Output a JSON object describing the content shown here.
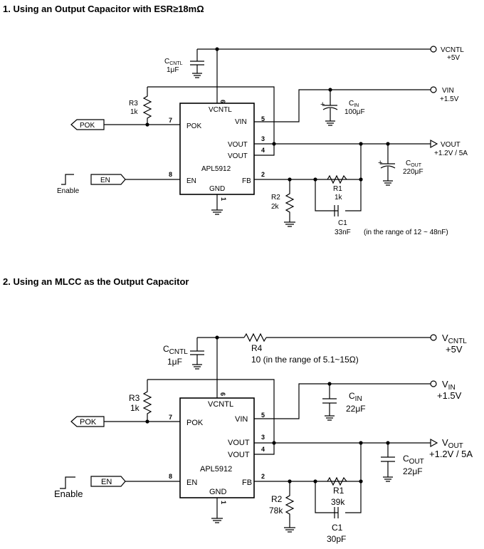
{
  "sections": [
    {
      "heading": "1. Using an Output Capacitor with ESR≥18mΩ",
      "chip": {
        "name": "APL5912",
        "pins": {
          "vcntl": "VCNTL",
          "vin": "VIN",
          "pok": "POK",
          "vout1": "VOUT",
          "vout2": "VOUT",
          "en": "EN",
          "fb": "FB",
          "gnd": "GND"
        },
        "pin_numbers": {
          "vcntl": "6",
          "vin": "5",
          "pok": "7",
          "vout1": "3",
          "vout2": "4",
          "en": "8",
          "fb": "2",
          "gnd": "1"
        }
      },
      "rails": {
        "vcntl_name": "VCNTL",
        "vcntl_value": "+5V",
        "vin_name": "VIN",
        "vin_value": "+1.5V",
        "vout_name": "VOUT",
        "vout_value": "+1.2V / 5A"
      },
      "components": {
        "ccntl_main": "C",
        "ccntl_sub": "CNTL",
        "ccntl_value": "1μF",
        "cin_main": "C",
        "cin_sub": "IN",
        "cin_value": "100μF",
        "cout_main": "C",
        "cout_sub": "OUT",
        "cout_value": "220μF",
        "r3_name": "R3",
        "r3_value": "1k",
        "r2_name": "R2",
        "r2_value": "2k",
        "r1_name": "R1",
        "r1_value": "1k",
        "c1_name": "C1",
        "c1_value": "33nF",
        "c1_note": "(in the range of 12 ~ 48nF)"
      },
      "signals": {
        "pok": "POK",
        "en": "EN",
        "enable": "Enable"
      }
    },
    {
      "heading": "2. Using an MLCC as the Output Capacitor",
      "chip": {
        "name": "APL5912",
        "pins": {
          "vcntl": "VCNTL",
          "vin": "VIN",
          "pok": "POK",
          "vout1": "VOUT",
          "vout2": "VOUT",
          "en": "EN",
          "fb": "FB",
          "gnd": "GND"
        },
        "pin_numbers": {
          "vcntl": "6",
          "vin": "5",
          "pok": "7",
          "vout1": "3",
          "vout2": "4",
          "en": "8",
          "fb": "2",
          "gnd": "1"
        }
      },
      "rails": {
        "vcntl_main": "V",
        "vcntl_sub": "CNTL",
        "vcntl_value": "+5V",
        "vin_main": "V",
        "vin_sub": "IN",
        "vin_value": "+1.5V",
        "vout_main": "V",
        "vout_sub": "OUT",
        "vout_value": "+1.2V / 5A"
      },
      "components": {
        "r4_name": "R4",
        "r4_value": "10  (in the range of 5.1~15Ω)",
        "ccntl_main": "C",
        "ccntl_sub": "CNTL",
        "ccntl_value": "1μF",
        "cin_main": "C",
        "cin_sub": "IN",
        "cin_value": "22μF",
        "cout_main": "C",
        "cout_sub": "OUT",
        "cout_value": "22μF",
        "r3_name": "R3",
        "r3_value": "1k",
        "r2_name": "R2",
        "r2_value": "78k",
        "r1_name": "R1",
        "r1_value": "39k",
        "c1_name": "C1",
        "c1_value": "30pF"
      },
      "signals": {
        "pok": "POK",
        "en": "EN",
        "enable": "Enable"
      }
    }
  ]
}
